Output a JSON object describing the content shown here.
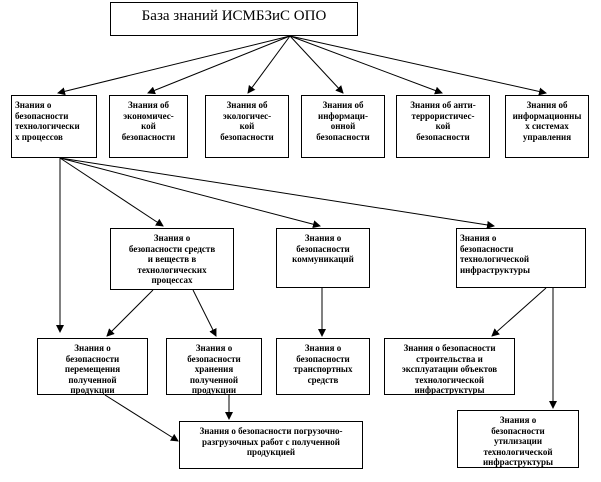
{
  "root": {
    "label": "База знаний ИСМБЗиС ОПО"
  },
  "level1": [
    {
      "id": "n1",
      "label": "Знания о\nбезопасности\nтехнологически\nх процессов"
    },
    {
      "id": "n2",
      "label": "Знания об\nэкономичес-\nкой\nбезопасности"
    },
    {
      "id": "n3",
      "label": "Знания об\nэкологичес-\nкой\nбезопасности"
    },
    {
      "id": "n4",
      "label": "Знания об\nинформаци-\nонной\nбезопасности"
    },
    {
      "id": "n5",
      "label": "Знания об анти-\nтеррористичес-\nкой\nбезопасности"
    },
    {
      "id": "n6",
      "label": "Знания об\nинформационны\nх системах\nуправления"
    }
  ],
  "level2": [
    {
      "id": "m1",
      "label": "Знания о\nбезопасности средств\nи веществ в\nтехнологических\nпроцессах"
    },
    {
      "id": "m2",
      "label": "Знания о\nбезопасности\nкоммуникаций"
    },
    {
      "id": "m3",
      "label": "Знания о\nбезопасности\nтехнологической\nинфраструктуры"
    }
  ],
  "level3": [
    {
      "id": "b1",
      "label": "Знания о\nбезопасности\nперемещения\nполученной\nпродукции"
    },
    {
      "id": "b2",
      "label": "Знания о\nбезопасности\nхранения\nполученной\nпродукции"
    },
    {
      "id": "b3",
      "label": "Знания о\nбезопасности\nтранспортных\nсредств"
    },
    {
      "id": "b4",
      "label": "Знания о безопасности\nстроительства и\nэксплуатации объектов\nтехнологической\nинфраструктуры"
    }
  ],
  "level4": [
    {
      "id": "c1",
      "label": "Знания о безопасности погрузочно-\nразгрузочных работ с полученной\nпродукцией"
    },
    {
      "id": "c2",
      "label": "Знания о\nбезопасности\nутилизации\nтехнологической\nинфраструктуры"
    }
  ]
}
